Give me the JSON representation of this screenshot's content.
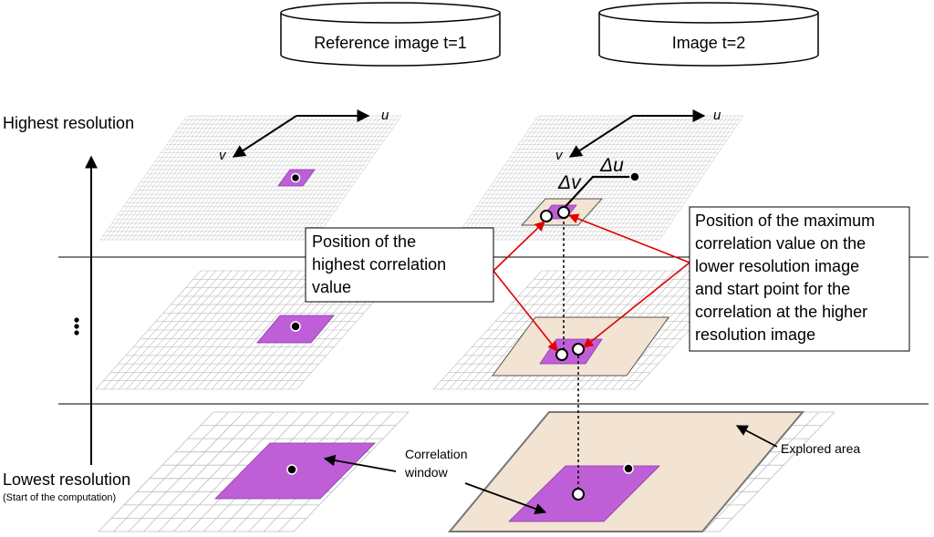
{
  "databases": {
    "reference": "Reference image t=1",
    "current": "Image t=2"
  },
  "resolution_axis": {
    "highest": "Highest resolution",
    "lowest": "Lowest resolution",
    "lowest_note": "(Start of the computation)"
  },
  "axes": {
    "u": "u",
    "v": "v"
  },
  "offsets": {
    "du": "Δu",
    "dv": "Δv"
  },
  "callouts": {
    "highest_correlation": [
      "Position of the",
      "highest correlation",
      "value"
    ],
    "maximum_correlation": [
      "Position of the maximum",
      "correlation value on the",
      "lower resolution image",
      "and start point for the",
      "correlation at the higher",
      "resolution image"
    ]
  },
  "labels": {
    "correlation_window": [
      "Correlation",
      "window"
    ],
    "explored_area": "Explored area"
  },
  "colors": {
    "window": "#bf5fd8",
    "explored": "#f3e3d3",
    "arrow": "#e00000",
    "grid": "#bdbdbd"
  }
}
